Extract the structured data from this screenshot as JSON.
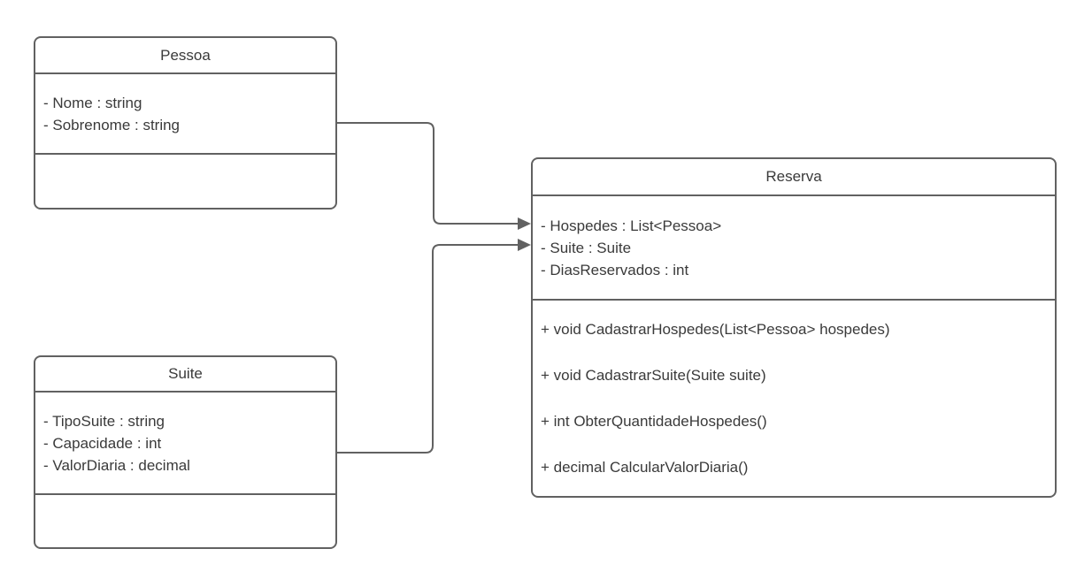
{
  "diagram": {
    "kind": "uml-class-diagram",
    "colors": {
      "background": "#ffffff",
      "shape_fill": "#ffffff",
      "stroke": "#616161",
      "text": "#3a3a3a"
    },
    "classes": [
      {
        "name": "Pessoa",
        "attributes": [
          "- Nome : string",
          "- Sobrenome : string"
        ],
        "methods": []
      },
      {
        "name": "Suite",
        "attributes": [
          "- TipoSuite : string",
          "- Capacidade : int",
          "- ValorDiaria : decimal"
        ],
        "methods": []
      },
      {
        "name": "Reserva",
        "attributes": [
          "- Hospedes : List<Pessoa>",
          "- Suite : Suite",
          "- DiasReservados : int"
        ],
        "methods": [
          "+ void CadastrarHospedes(List<Pessoa> hospedes)",
          "+ void CadastrarSuite(Suite suite)",
          "+ int ObterQuantidadeHospedes()",
          "+ decimal CalcularValorDiaria()"
        ]
      }
    ],
    "relations": [
      {
        "from": "Pessoa",
        "to": "Reserva",
        "type": "directed-association",
        "arrowhead": "filled-triangle"
      },
      {
        "from": "Suite",
        "to": "Reserva",
        "type": "directed-association",
        "arrowhead": "filled-triangle"
      }
    ]
  }
}
